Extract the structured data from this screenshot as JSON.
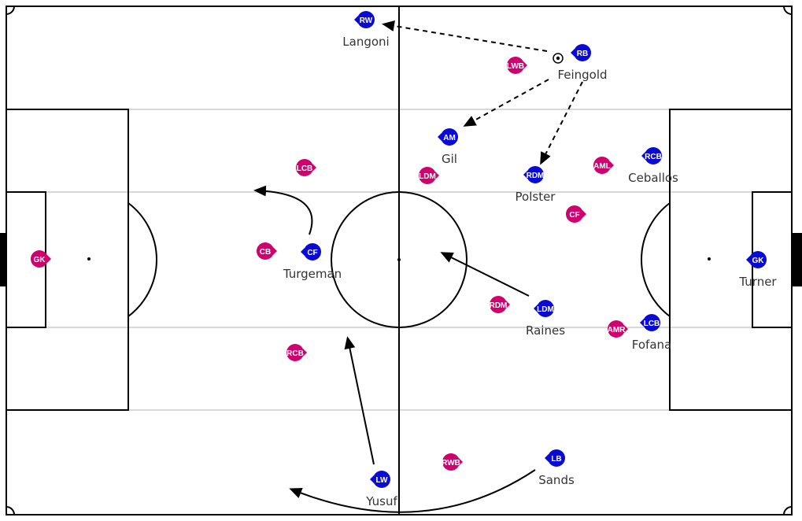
{
  "colors": {
    "home": "#d1006f",
    "away": "#0a0ad6",
    "line": "#000000",
    "grid": "#d8d8d8"
  },
  "home_players": [
    "GK",
    "CB",
    "LCB",
    "RCB",
    "LDM",
    "RDM",
    "RWB",
    "LWB",
    "AML",
    "CF",
    "AMR"
  ],
  "away_players": [
    {
      "pos": "RW",
      "name": "Langoni"
    },
    {
      "pos": "RB",
      "name": "Feingold"
    },
    {
      "pos": "AM",
      "name": "Gil"
    },
    {
      "pos": "RDM",
      "name": "Polster"
    },
    {
      "pos": "RCB",
      "name": "Ceballos"
    },
    {
      "pos": "CF",
      "name": "Turgeman"
    },
    {
      "pos": "GK",
      "name": "Turner"
    },
    {
      "pos": "LDM",
      "name": "Raines"
    },
    {
      "pos": "LCB",
      "name": "Fofana"
    },
    {
      "pos": "LB",
      "name": "Sands"
    },
    {
      "pos": "LW",
      "name": "Yusuf"
    }
  ],
  "ball_icon": "soccer-ball-icon"
}
